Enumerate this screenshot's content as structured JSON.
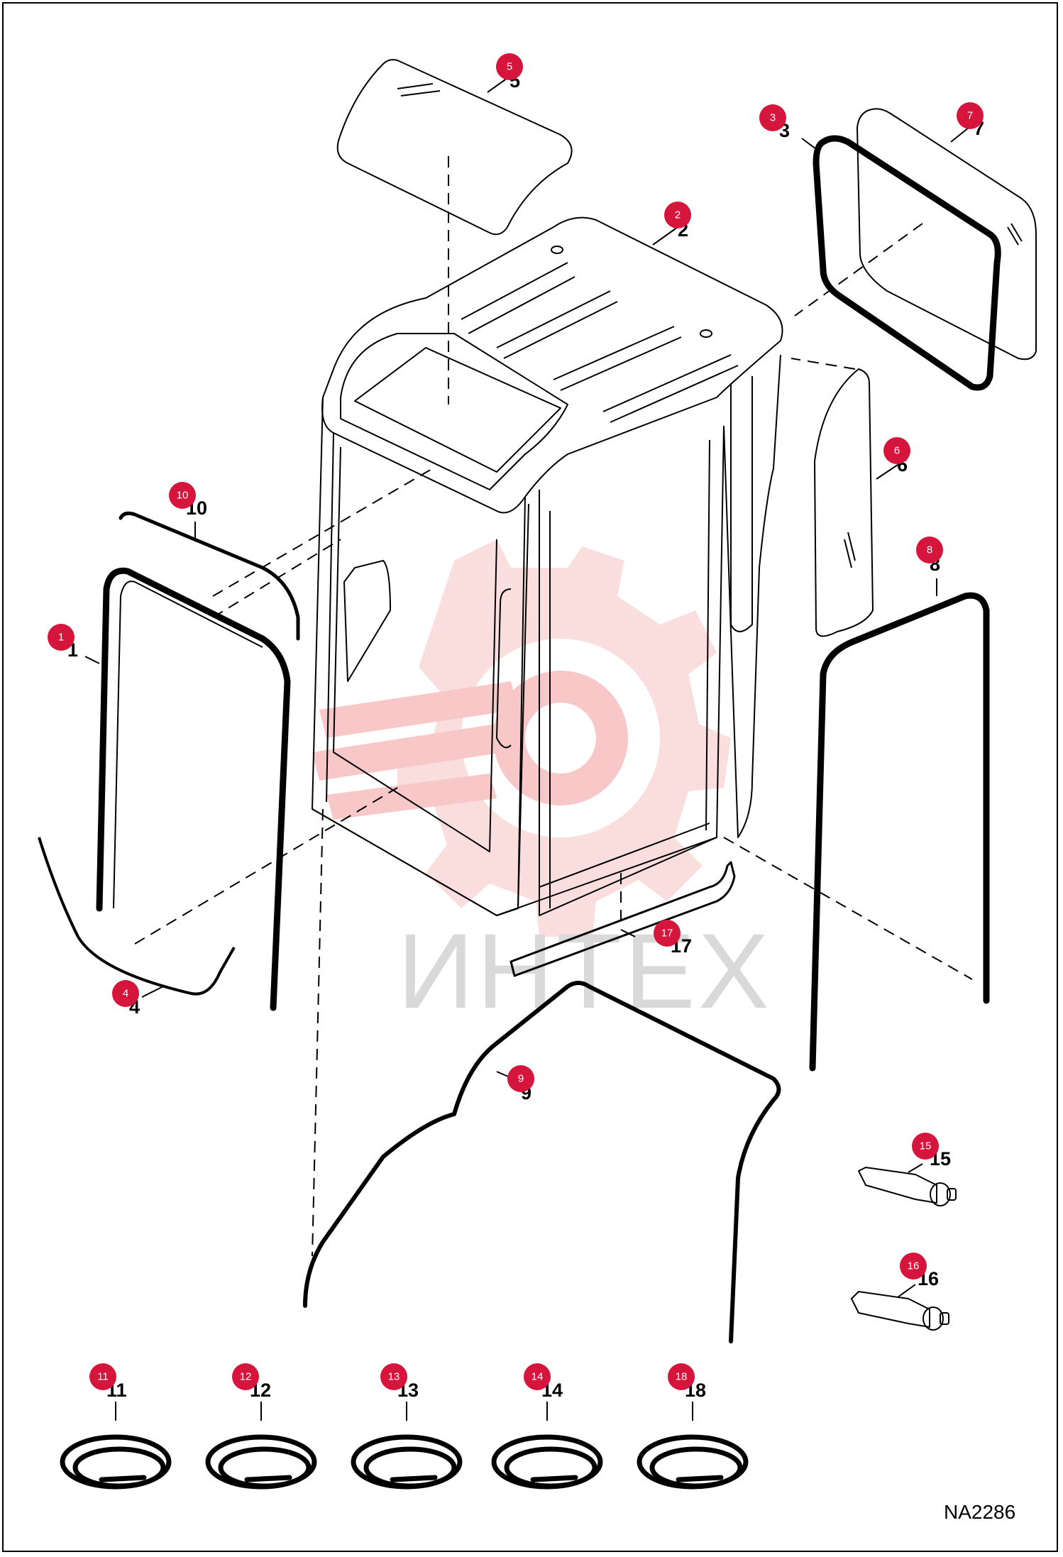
{
  "diagram": {
    "code": "NA2286",
    "watermark_text": "ИНТЕХ",
    "colors": {
      "badge": "#d6153c",
      "watermark": "#f3a8a8",
      "ink": "#000000"
    },
    "callouts": [
      {
        "id": "1",
        "label": "1"
      },
      {
        "id": "2",
        "label": "2"
      },
      {
        "id": "3",
        "label": "3"
      },
      {
        "id": "4",
        "label": "4"
      },
      {
        "id": "5",
        "label": "5"
      },
      {
        "id": "6",
        "label": "6"
      },
      {
        "id": "7",
        "label": "7"
      },
      {
        "id": "8",
        "label": "8"
      },
      {
        "id": "9",
        "label": "9"
      },
      {
        "id": "10",
        "label": "10"
      },
      {
        "id": "11",
        "label": "11"
      },
      {
        "id": "12",
        "label": "12"
      },
      {
        "id": "13",
        "label": "13"
      },
      {
        "id": "14",
        "label": "14"
      },
      {
        "id": "15",
        "label": "15"
      },
      {
        "id": "16",
        "label": "16"
      },
      {
        "id": "17",
        "label": "17"
      },
      {
        "id": "18",
        "label": "18"
      }
    ]
  }
}
